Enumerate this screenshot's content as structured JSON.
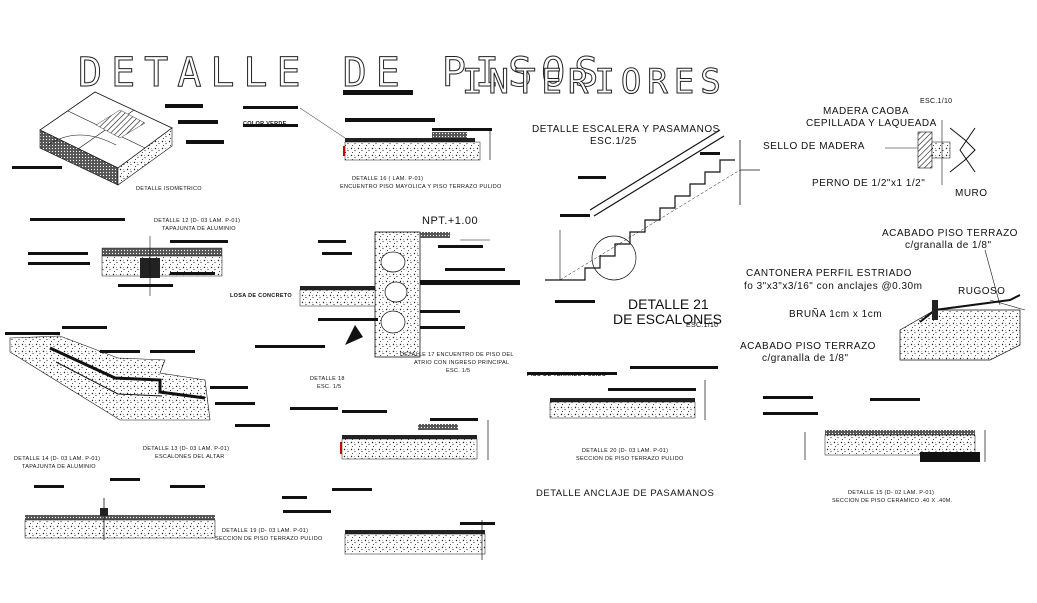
{
  "title": {
    "line1": "DETALLE DE PISOS",
    "line2": "INTERIORES"
  },
  "labels": {
    "escalera_title": "DETALLE     ESCALERA  Y  PASAMANOS",
    "escalera_scale": "ESC.1/25",
    "escala_madera": "ESC.1/10",
    "madera_caoba_1": "MADERA CAOBA",
    "madera_caoba_2": "CEPILLADA Y LAQUEADA",
    "sello_madera": "SELLO DE MADERA",
    "perno": "PERNO DE 1/2\"x1 1/2\"",
    "muro": "MURO",
    "npt": "NPT.+1.00",
    "detalle_21_1": "DETALLE 21",
    "detalle_21_2": "DE ESCALONES",
    "detalle_21_scale": "ESC.1/10",
    "acabado_1a": "ACABADO PISO TERRAZO",
    "acabado_1b": "c/granalla de 1/8\"",
    "cantonera_1": "CANTONERA PERFIL ESTRIADO",
    "cantonera_2": "fo 3\"x3\"x3/16\" con anclajes @0.30m",
    "rugoso": "RUGOSO",
    "bruna": "BRUÑA 1cm x 1cm",
    "acabado_2a": "ACABADO PISO TERRAZO",
    "acabado_2b": "c/granalla de 1/8\"",
    "anclaje": "DETALLE   ANCLAJE  DE  PASAMANOS",
    "det_isometrico": "DETALLE ISOMETRICO",
    "det16_a": "DETALLE  16 ( LAM. P-01)",
    "det16_b": "ENCUENTRO PISO  MAYOLICA Y PISO TERRAZO PULIDO",
    "det12_a": "DETALLE 12 (D- 03 LAM. P-01)",
    "det12_b": "TAPAJUNTA DE ALUMINIO",
    "det17_a": "DETALLE  17 ENCUENTRO DE PISO DEL",
    "det17_b": "ATRIO CON INGRESO PRINCIPAL",
    "det17_c": "ESC. 1/5",
    "det18_a": "DETALLE 18",
    "det18_b": "ESC. 1/5",
    "det13_a": "DETALLE 13 (D- 03 LAM. P-01)",
    "det13_b": "ESCALONES DEL ALTAR",
    "det14_a": "DETALLE 14 (D- 03 LAM. P-01)",
    "det14_b": "TAPAJUNTA DE ALUMINIO",
    "det19_a": "DETALLE 19 (D- 03 LAM. P-01)",
    "det19_b": "SECCION DE PISO TERRAZO PULIDO",
    "det20_a": "DETALLE 20 (D- 03 LAM. P-01)",
    "det20_b": "SECCION DE PISO TERRAZO PULIDO",
    "det15_a": "DETALLE 15 (D- 02 LAM. P-01)",
    "det15_b": "SECCION DE PISO CERAMICO .40 X .40M.",
    "piso_terrazo": "PISO DE TERRAZO PULIDO",
    "losa_concreto": "LOSA DE CONCRETO",
    "color_verde": "COLOR VERDE"
  }
}
